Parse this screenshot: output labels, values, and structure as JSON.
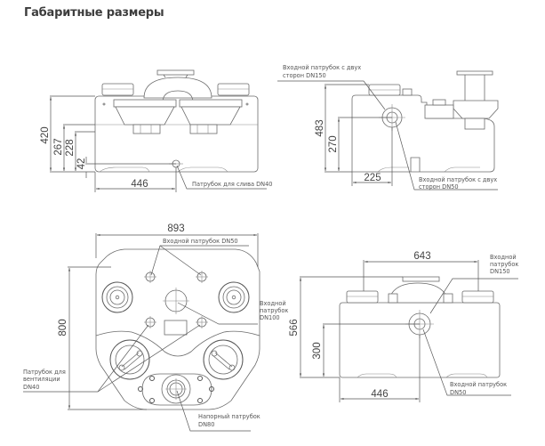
{
  "page": {
    "title": "Габаритные размеры"
  },
  "front_view": {
    "dimensions": {
      "height_total": "420",
      "height_inlet": "267",
      "height_mid": "228",
      "height_drain": "42",
      "width_to_drain": "446"
    },
    "notes": {
      "drain": "Патрубок для слива DN40"
    }
  },
  "side_view": {
    "dimensions": {
      "height_total": "483",
      "height_inlet": "270",
      "width_to_inlet": "225"
    },
    "notes": {
      "inlet_dn150_line1": "Входной патрубок с двух",
      "inlet_dn150_line2": "сторон DN150",
      "inlet_dn50_line1": "Входной патрубок с двух",
      "inlet_dn50_line2": "сторон DN50"
    }
  },
  "top_view": {
    "dimensions": {
      "width": "893",
      "depth": "800"
    },
    "notes": {
      "inlet_dn50": "Входной патрубок DN50",
      "inlet_dn100_line1": "Входной",
      "inlet_dn100_line2": "патрубок",
      "inlet_dn100_line3": "DN100",
      "vent_line1": "Патрубок для",
      "vent_line2": "вентиляции",
      "vent_line3": "DN40",
      "pressure_line1": "Напорный патрубок",
      "pressure_line2": "DN80"
    }
  },
  "rear_view": {
    "dimensions": {
      "width_top": "643",
      "height_total": "566",
      "height_inlet": "300",
      "width_to_inlet": "446"
    },
    "notes": {
      "inlet_dn150_line1": "Входной",
      "inlet_dn150_line2": "патрубок",
      "inlet_dn150_line3": "DN150",
      "inlet_dn50_line1": "Входной патрубок",
      "inlet_dn50_line2": "DN50"
    }
  }
}
